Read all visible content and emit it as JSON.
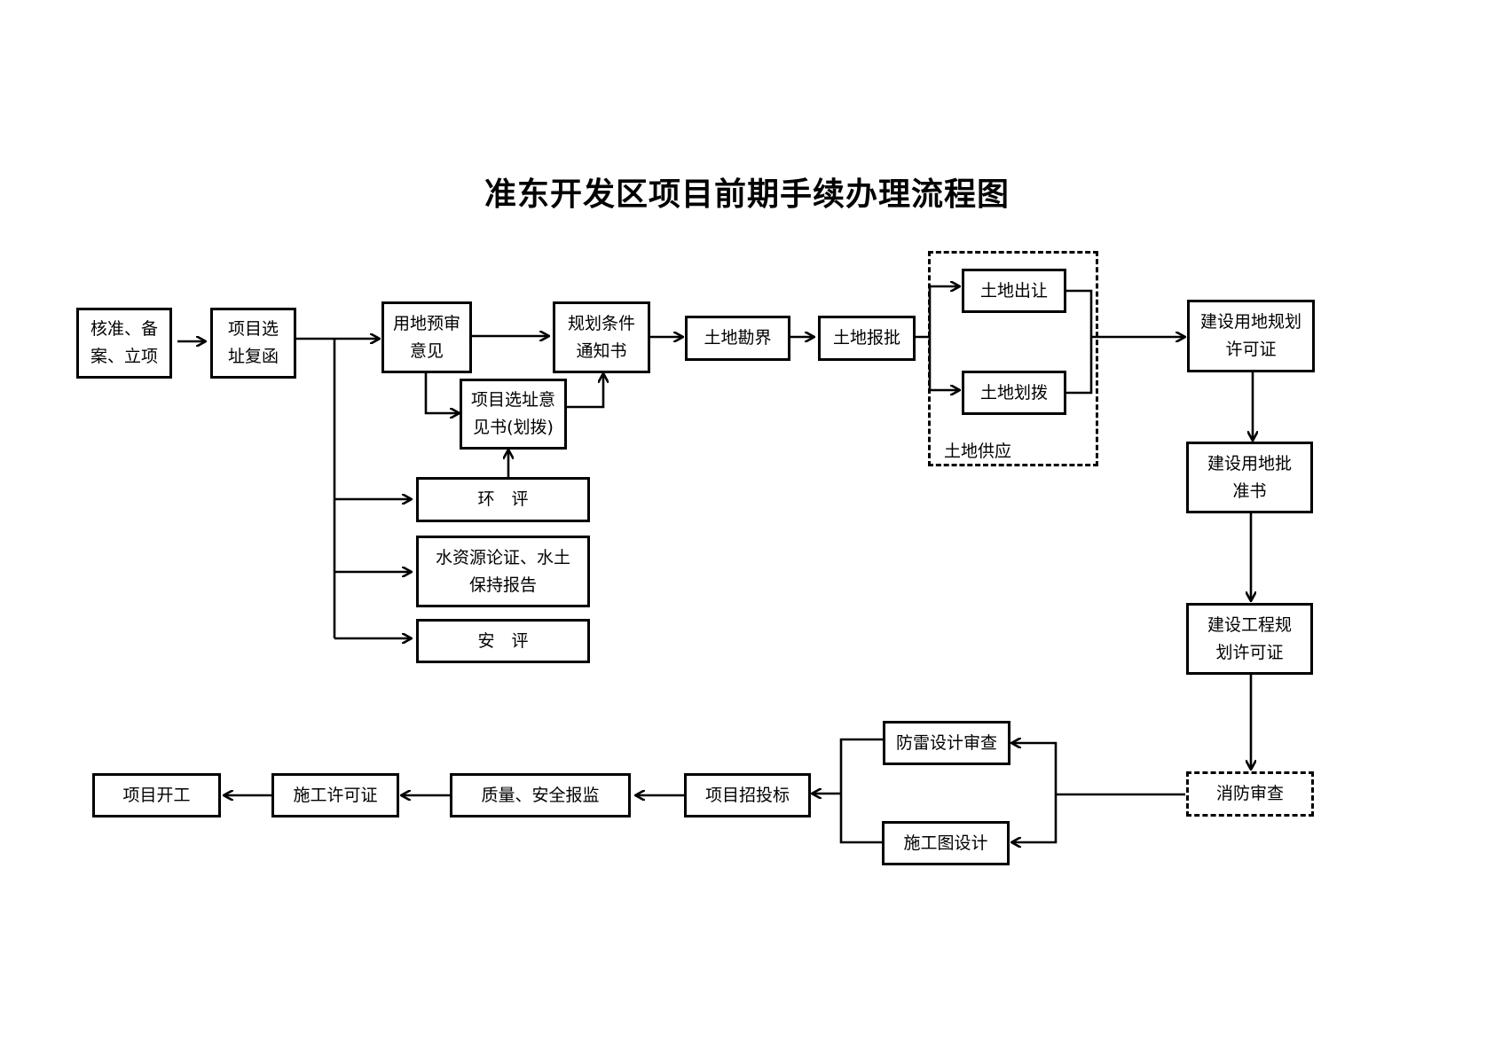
{
  "title": "准东开发区项目前期手续办理流程图",
  "nodes": {
    "hezhun": "核准、备\n案、立项",
    "xuanzhi_fuhan": "项目选\n址复函",
    "yongdi_yushen": "用地预审\n意见",
    "guihua_tiaojian": "规划条件\n通知书",
    "xuanzhi_yijianshu": "项目选址意\n见书(划拨)",
    "kance": "土地勘界",
    "baopi": "土地报批",
    "churang": "土地出让",
    "huabo": "土地划拨",
    "land_supply": "土地供应",
    "huanping": "环　评",
    "shuiziyuan": "水资源论证、水土\n保持报告",
    "anping": "安　评",
    "ydgh_xkz": "建设用地规划\n许可证",
    "yd_pzs": "建设用地批\n准书",
    "gcgh_xkz": "建设工程规\n划许可证",
    "xiaofang": "消防审查",
    "fanglei": "防雷设计审查",
    "sgt_sheji": "施工图设计",
    "zhaotoubiao": "项目招投标",
    "zhiliang": "质量、安全报监",
    "sg_xkz": "施工许可证",
    "kaigong": "项目开工"
  }
}
